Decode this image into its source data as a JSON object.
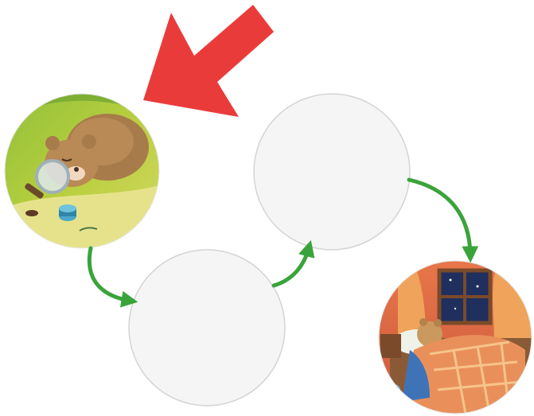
{
  "colors": {
    "background": "#ffffff",
    "pointer_arrow": "#ea3b3b",
    "connector_arrow": "#3aa43b",
    "empty_circle_fill": "#f5f5f5",
    "empty_circle_border": "#d4d4d4"
  },
  "diagram": {
    "type": "sequence-cycle",
    "pointer": {
      "icon": "red-pointer-arrow",
      "points_to": "step-1"
    },
    "steps": [
      {
        "id": "step-1",
        "kind": "image",
        "image": "bear-sleeping-in-meadow-with-magnifier"
      },
      {
        "id": "step-2",
        "kind": "empty"
      },
      {
        "id": "step-3",
        "kind": "empty"
      },
      {
        "id": "step-4",
        "kind": "image",
        "image": "bear-in-bed-at-night"
      }
    ],
    "connectors": [
      {
        "from": "step-1",
        "to": "step-2"
      },
      {
        "from": "step-2",
        "to": "step-3"
      },
      {
        "from": "step-3",
        "to": "step-4"
      }
    ]
  }
}
